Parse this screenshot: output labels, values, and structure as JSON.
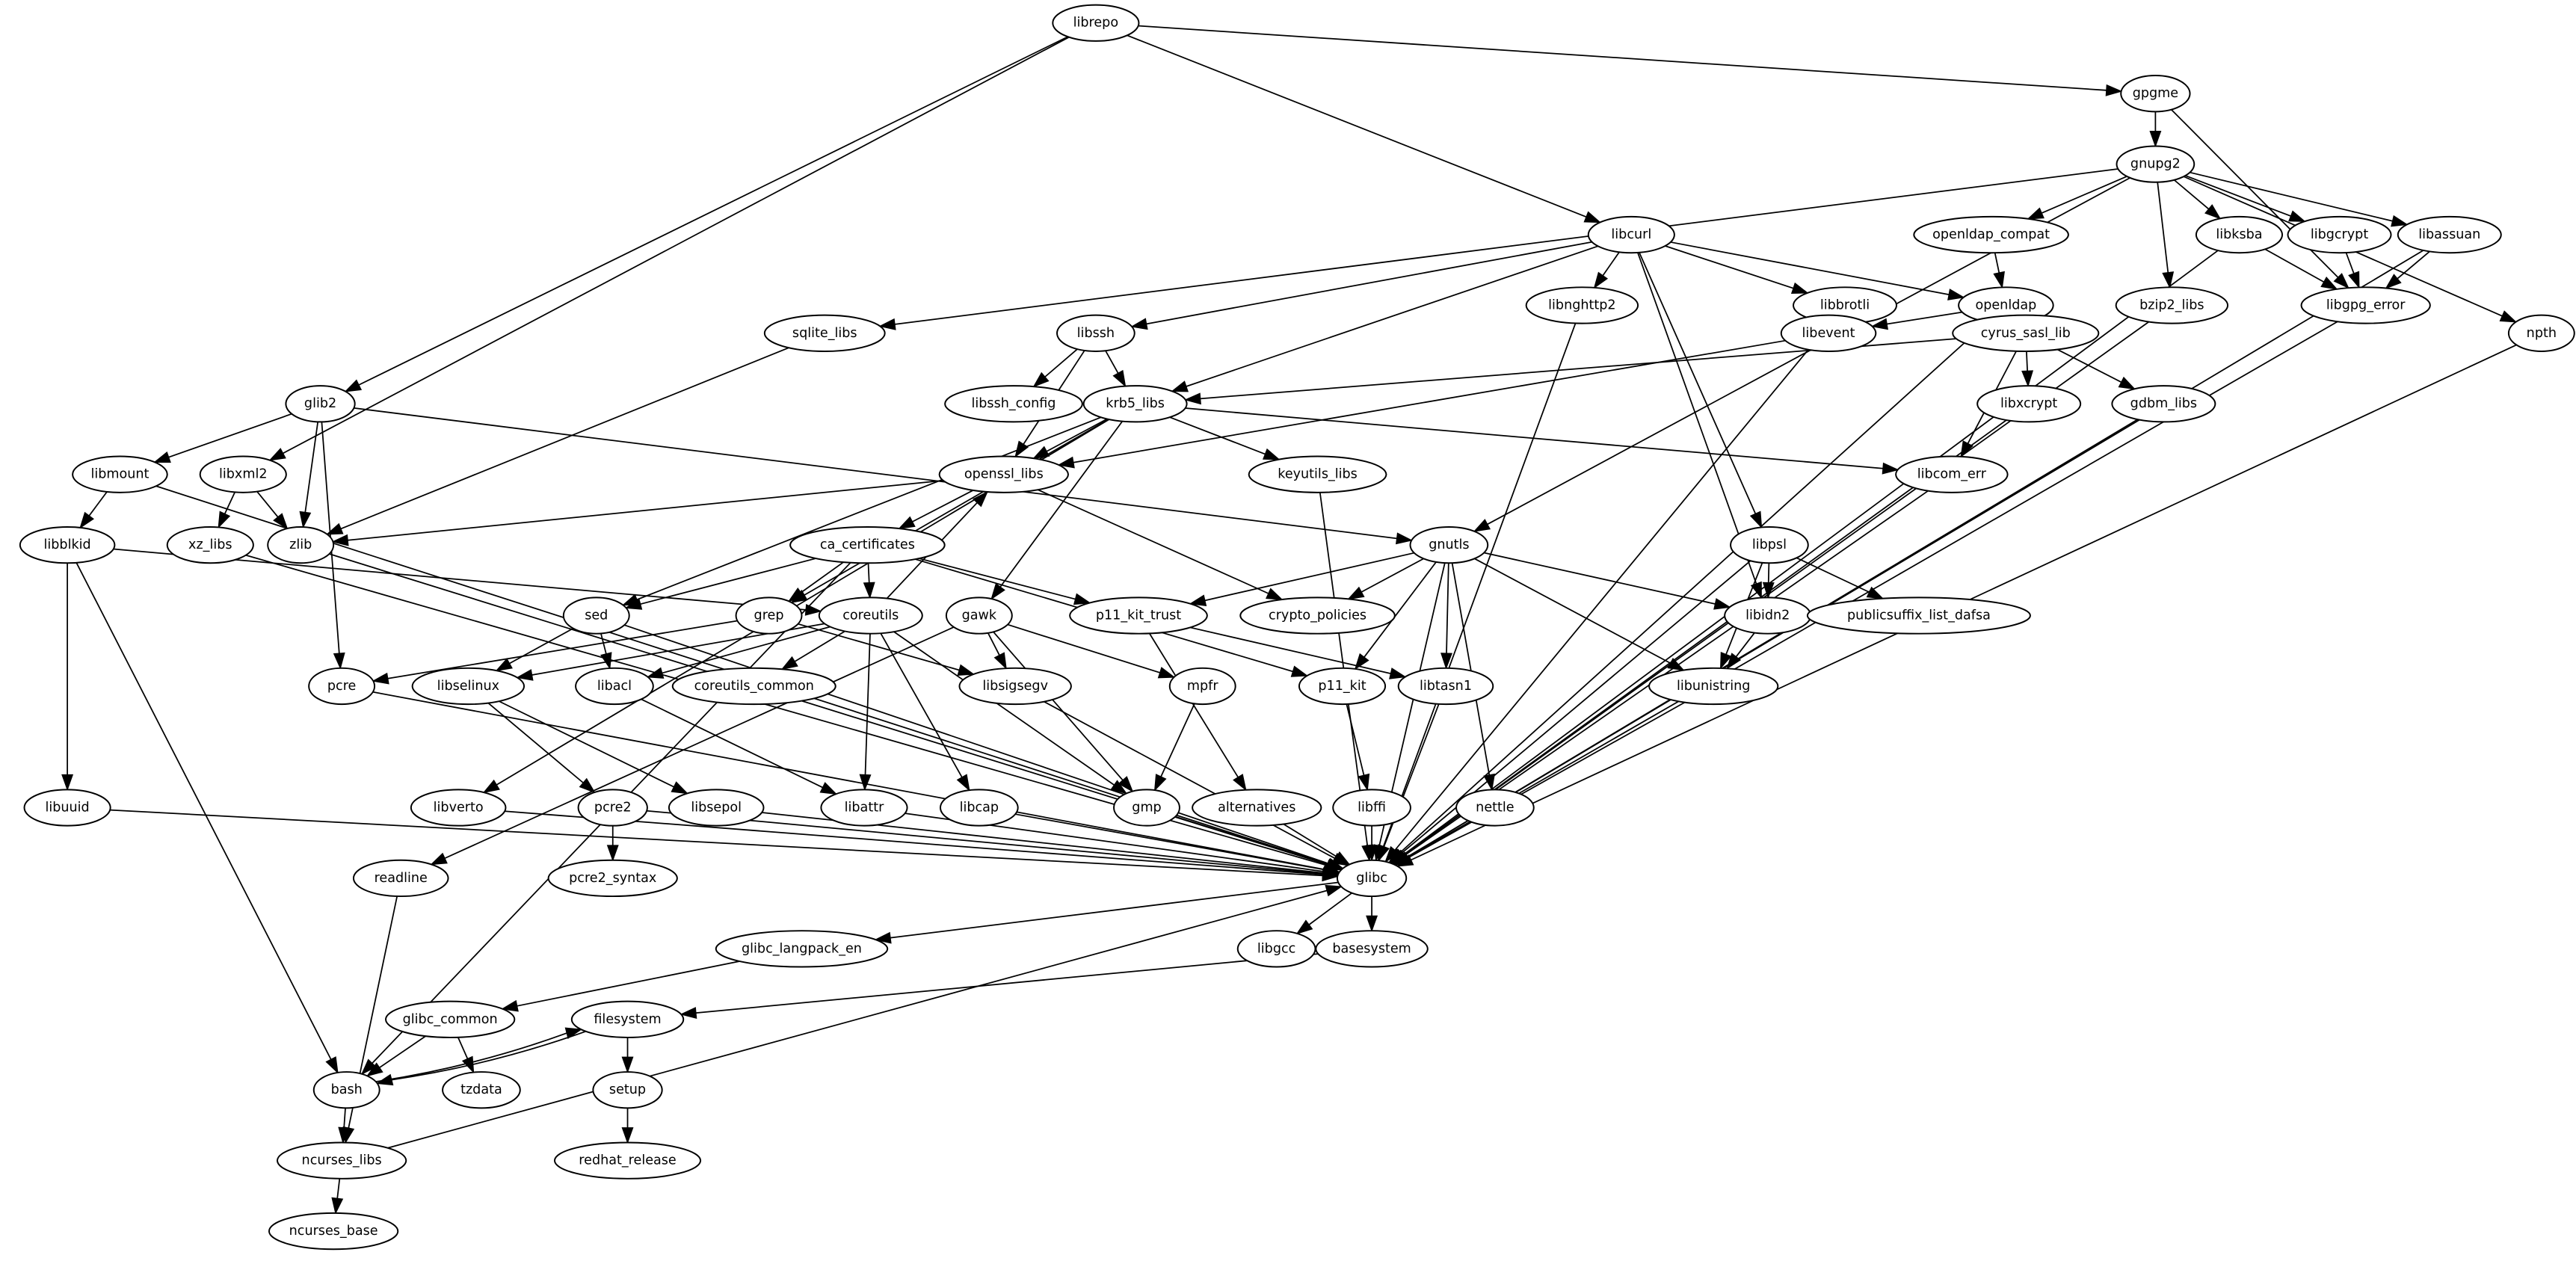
{
  "diagram": {
    "type": "dependency-graph",
    "nodes": [
      "librepo",
      "gpgme",
      "gnupg2",
      "openldap_compat",
      "libksba",
      "libgcrypt",
      "libassuan",
      "libcurl",
      "libnghttp2",
      "libbrotli",
      "openldap",
      "bzip2_libs",
      "libgpg_error",
      "npth",
      "sqlite_libs",
      "libssh",
      "libevent",
      "cyrus_sasl_lib",
      "glib2",
      "libssh_config",
      "krb5_libs",
      "libxcrypt",
      "gdbm_libs",
      "libmount",
      "libxml2",
      "openssl_libs",
      "keyutils_libs",
      "libcom_err",
      "libblkid",
      "xz_libs",
      "zlib",
      "ca_certificates",
      "gnutls",
      "libpsl",
      "sed",
      "grep",
      "coreutils",
      "gawk",
      "p11_kit_trust",
      "crypto_policies",
      "libidn2",
      "publicsuffix_list_dafsa",
      "pcre",
      "libselinux",
      "libacl",
      "coreutils_common",
      "libsigsegv",
      "mpfr",
      "p11_kit",
      "libtasn1",
      "libunistring",
      "libuuid",
      "libverto",
      "pcre2",
      "libsepol",
      "libattr",
      "libcap",
      "gmp",
      "alternatives",
      "libffi",
      "nettle",
      "glibc",
      "readline",
      "pcre2_syntax",
      "glibc_langpack_en",
      "libgcc",
      "basesystem",
      "glibc_common",
      "filesystem",
      "bash",
      "tzdata",
      "setup",
      "ncurses_libs",
      "redhat_release",
      "ncurses_base"
    ],
    "edges": [
      [
        "librepo",
        "gpgme"
      ],
      [
        "librepo",
        "libcurl"
      ],
      [
        "librepo",
        "glib2"
      ],
      [
        "librepo",
        "libxml2"
      ],
      [
        "gpgme",
        "gnupg2"
      ],
      [
        "gpgme",
        "libgpg_error"
      ],
      [
        "gnupg2",
        "openldap_compat"
      ],
      [
        "gnupg2",
        "libksba"
      ],
      [
        "gnupg2",
        "libgcrypt"
      ],
      [
        "gnupg2",
        "libassuan"
      ],
      [
        "gnupg2",
        "bzip2_libs"
      ],
      [
        "gnupg2",
        "npth"
      ],
      [
        "gnupg2",
        "sqlite_libs"
      ],
      [
        "gnupg2",
        "gnutls"
      ],
      [
        "openldap_compat",
        "openldap"
      ],
      [
        "libksba",
        "libgpg_error"
      ],
      [
        "libksba",
        "glibc"
      ],
      [
        "libgcrypt",
        "libgpg_error"
      ],
      [
        "libassuan",
        "libgpg_error"
      ],
      [
        "libassuan",
        "glibc"
      ],
      [
        "libgpg_error",
        "glibc"
      ],
      [
        "npth",
        "glibc"
      ],
      [
        "bzip2_libs",
        "glibc"
      ],
      [
        "libcurl",
        "libnghttp2"
      ],
      [
        "libcurl",
        "libbrotli"
      ],
      [
        "libcurl",
        "openldap"
      ],
      [
        "libcurl",
        "libssh"
      ],
      [
        "libcurl",
        "krb5_libs"
      ],
      [
        "libcurl",
        "libidn2"
      ],
      [
        "libcurl",
        "libpsl"
      ],
      [
        "libnghttp2",
        "glibc"
      ],
      [
        "libbrotli",
        "glibc"
      ],
      [
        "openldap",
        "libevent"
      ],
      [
        "openldap",
        "cyrus_sasl_lib"
      ],
      [
        "openldap",
        "glibc"
      ],
      [
        "libevent",
        "openssl_libs"
      ],
      [
        "cyrus_sasl_lib",
        "krb5_libs"
      ],
      [
        "cyrus_sasl_lib",
        "libxcrypt"
      ],
      [
        "cyrus_sasl_lib",
        "gdbm_libs"
      ],
      [
        "cyrus_sasl_lib",
        "libcom_err"
      ],
      [
        "libxcrypt",
        "glibc"
      ],
      [
        "gdbm_libs",
        "glibc"
      ],
      [
        "libcom_err",
        "glibc"
      ],
      [
        "sqlite_libs",
        "zlib"
      ],
      [
        "libssh",
        "libssh_config"
      ],
      [
        "libssh",
        "krb5_libs"
      ],
      [
        "libssh",
        "openssl_libs"
      ],
      [
        "krb5_libs",
        "openssl_libs"
      ],
      [
        "krb5_libs",
        "keyutils_libs"
      ],
      [
        "krb5_libs",
        "libcom_err"
      ],
      [
        "krb5_libs",
        "sed"
      ],
      [
        "krb5_libs",
        "grep"
      ],
      [
        "krb5_libs",
        "gawk"
      ],
      [
        "krb5_libs",
        "libverto"
      ],
      [
        "keyutils_libs",
        "glibc"
      ],
      [
        "glib2",
        "libmount"
      ],
      [
        "glib2",
        "zlib"
      ],
      [
        "glib2",
        "pcre"
      ],
      [
        "glib2",
        "gnutls"
      ],
      [
        "libmount",
        "libblkid"
      ],
      [
        "libmount",
        "glibc"
      ],
      [
        "libxml2",
        "xz_libs"
      ],
      [
        "libxml2",
        "zlib"
      ],
      [
        "libblkid",
        "libuuid"
      ],
      [
        "libblkid",
        "coreutils"
      ],
      [
        "libblkid",
        "bash"
      ],
      [
        "openssl_libs",
        "zlib"
      ],
      [
        "openssl_libs",
        "ca_certificates"
      ],
      [
        "openssl_libs",
        "crypto_policies"
      ],
      [
        "ca_certificates",
        "sed"
      ],
      [
        "ca_certificates",
        "grep"
      ],
      [
        "ca_certificates",
        "coreutils"
      ],
      [
        "ca_certificates",
        "p11_kit_trust"
      ],
      [
        "ca_certificates",
        "p11_kit"
      ],
      [
        "ca_certificates",
        "bash"
      ],
      [
        "coreutils",
        "openssl_libs"
      ],
      [
        "coreutils",
        "libselinux"
      ],
      [
        "coreutils",
        "libacl"
      ],
      [
        "coreutils",
        "coreutils_common"
      ],
      [
        "coreutils",
        "libattr"
      ],
      [
        "coreutils",
        "libcap"
      ],
      [
        "coreutils",
        "gmp"
      ],
      [
        "gnutls",
        "p11_kit_trust"
      ],
      [
        "gnutls",
        "crypto_policies"
      ],
      [
        "gnutls",
        "libidn2"
      ],
      [
        "gnutls",
        "p11_kit"
      ],
      [
        "gnutls",
        "libtasn1"
      ],
      [
        "gnutls",
        "nettle"
      ],
      [
        "gnutls",
        "libunistring"
      ],
      [
        "gnutls",
        "glibc"
      ],
      [
        "libpsl",
        "libidn2"
      ],
      [
        "libpsl",
        "publicsuffix_list_dafsa"
      ],
      [
        "libpsl",
        "libunistring"
      ],
      [
        "libpsl",
        "glibc"
      ],
      [
        "libidn2",
        "libunistring"
      ],
      [
        "libunistring",
        "glibc"
      ],
      [
        "sed",
        "libselinux"
      ],
      [
        "sed",
        "libacl"
      ],
      [
        "sed",
        "glibc"
      ],
      [
        "grep",
        "pcre"
      ],
      [
        "grep",
        "libsigsegv"
      ],
      [
        "gawk",
        "libsigsegv"
      ],
      [
        "gawk",
        "mpfr"
      ],
      [
        "gawk",
        "gmp"
      ],
      [
        "gawk",
        "readline"
      ],
      [
        "p11_kit_trust",
        "libtasn1"
      ],
      [
        "p11_kit_trust",
        "alternatives"
      ],
      [
        "pcre",
        "glibc"
      ],
      [
        "libselinux",
        "pcre2"
      ],
      [
        "libselinux",
        "libsepol"
      ],
      [
        "libacl",
        "libattr"
      ],
      [
        "libsigsegv",
        "glibc"
      ],
      [
        "mpfr",
        "gmp"
      ],
      [
        "p11_kit",
        "libffi"
      ],
      [
        "libtasn1",
        "glibc"
      ],
      [
        "libuuid",
        "glibc"
      ],
      [
        "libverto",
        "glibc"
      ],
      [
        "pcre2",
        "pcre2_syntax"
      ],
      [
        "pcre2",
        "glibc"
      ],
      [
        "libsepol",
        "glibc"
      ],
      [
        "libattr",
        "glibc"
      ],
      [
        "libcap",
        "glibc"
      ],
      [
        "gmp",
        "glibc"
      ],
      [
        "alternatives",
        "glibc"
      ],
      [
        "libffi",
        "glibc"
      ],
      [
        "nettle",
        "glibc"
      ],
      [
        "xz_libs",
        "glibc"
      ],
      [
        "zlib",
        "glibc"
      ],
      [
        "glibc",
        "glibc_langpack_en"
      ],
      [
        "glibc",
        "libgcc"
      ],
      [
        "glibc",
        "basesystem"
      ],
      [
        "readline",
        "ncurses_libs"
      ],
      [
        "glibc_langpack_en",
        "glibc_common"
      ],
      [
        "basesystem",
        "filesystem"
      ],
      [
        "glibc_common",
        "bash"
      ],
      [
        "glibc_common",
        "tzdata"
      ],
      [
        "filesystem",
        "bash"
      ],
      [
        "filesystem",
        "setup"
      ],
      [
        "bash",
        "filesystem"
      ],
      [
        "bash",
        "ncurses_libs"
      ],
      [
        "setup",
        "redhat_release"
      ],
      [
        "ncurses_libs",
        "glibc"
      ],
      [
        "ncurses_libs",
        "ncurses_base"
      ]
    ]
  }
}
